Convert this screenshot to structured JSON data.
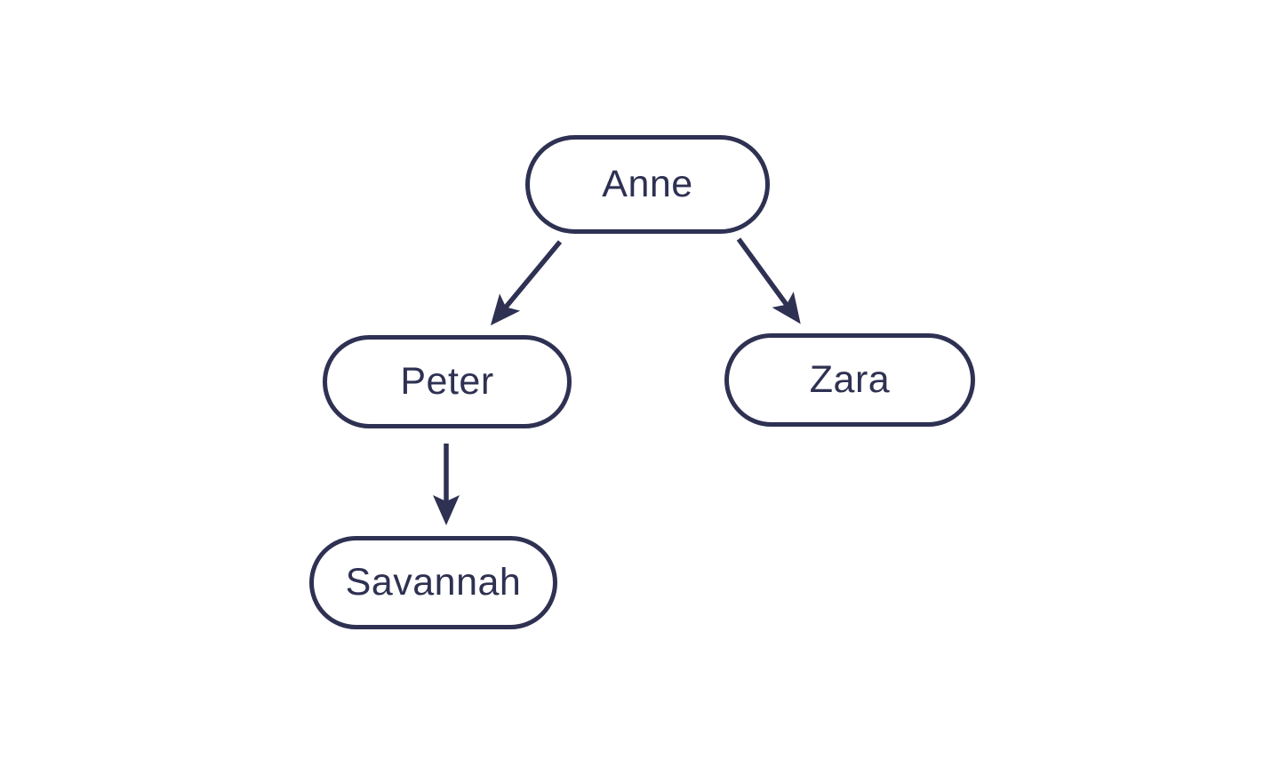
{
  "diagram": {
    "type": "tree",
    "ink": "#2e3152",
    "background": "#ffffff",
    "nodes": [
      {
        "id": "anne",
        "label": "Anne"
      },
      {
        "id": "peter",
        "label": "Peter"
      },
      {
        "id": "zara",
        "label": "Zara"
      },
      {
        "id": "savannah",
        "label": "Savannah"
      }
    ],
    "edges": [
      {
        "from": "Anne",
        "to": "Peter"
      },
      {
        "from": "Anne",
        "to": "Zara"
      },
      {
        "from": "Peter",
        "to": "Savannah"
      }
    ]
  }
}
